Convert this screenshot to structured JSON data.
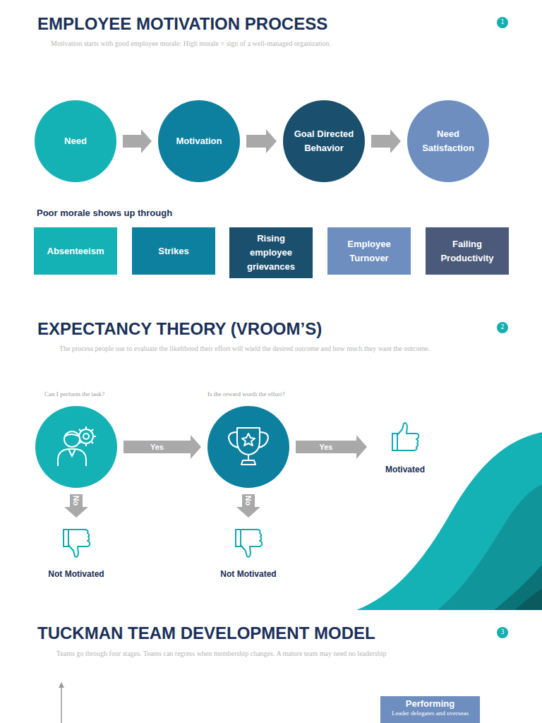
{
  "diagram": {
    "title": "EMPLOYEE MOTIVATION PROCESS",
    "nodes": [
      {
        "text": [
          "Need"
        ]
      },
      {
        "text": [
          "Motivation"
        ]
      },
      {
        "text": [
          "Goal Directed Behavior"
        ]
      },
      {
        "text": [
          "Need Satisfaction"
        ]
      },
      {
        "text": [
          "Absenteeism"
        ]
      },
      {
        "text": [
          "Strikes"
        ]
      },
      {
        "text": [
          "Rising employee grievances"
        ]
      },
      {
        "text": [
          "Employee Turnover"
        ]
      },
      {
        "text": [
          "Failing Productivity"
        ]
      },
      {
        "text": [
          "Can I perform the task?"
        ]
      },
      {
        "text": [
          "Is the reward worth the effort?"
        ]
      },
      {
        "text": [
          "Motivated"
        ]
      },
      {
        "text": [
          "Not Motivated"
        ]
      },
      {
        "text": [
          "Not Motivated"
        ]
      },
      {
        "text": [
          "Performing",
          "Leader delegates and overseas"
        ]
      }
    ],
    "edges": [
      {
        "from": 0,
        "to": 1,
        "arrow": "to"
      },
      {
        "from": 1,
        "to": 2,
        "arrow": "to"
      },
      {
        "from": 2,
        "to": 3,
        "arrow": "to"
      },
      {
        "from": 9,
        "to": 10,
        "label": "Yes",
        "arrow": "to"
      },
      {
        "from": 10,
        "to": 11,
        "label": "Yes",
        "arrow": "to"
      },
      {
        "from": 9,
        "to": 12,
        "label": "No",
        "arrow": "to"
      },
      {
        "from": 10,
        "to": 13,
        "label": "No",
        "arrow": "to"
      }
    ],
    "labels": [
      "1",
      "Motivation starts with good employee morale: High morale = sign of a well-managed organization.",
      "Poor morale shows up through",
      "EXPECTANCY THEORY (VROOM’S)",
      "2",
      "The process people use to evaluate the likelihood their effort will wield the desired outcome and how much they want the outcome.",
      "TUCKMAN TEAM DEVELOPMENT MODEL",
      "3",
      "Teams go through four stages. Teams can regress when membership changes. A mature team may need no leadership"
    ]
  }
}
